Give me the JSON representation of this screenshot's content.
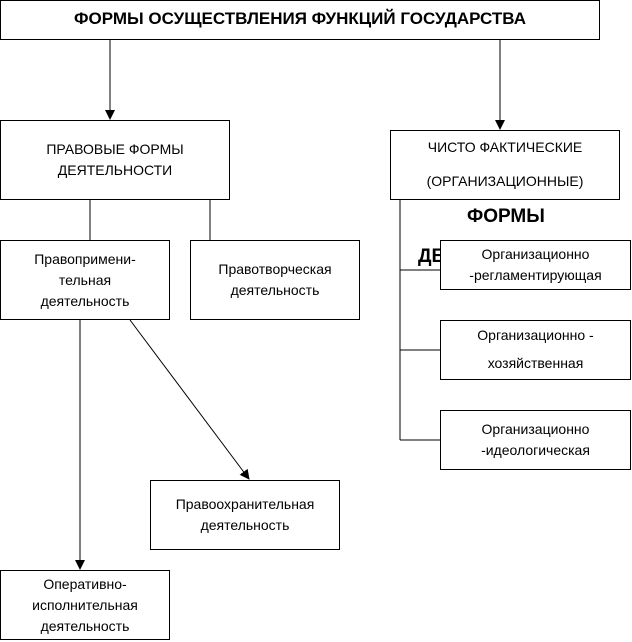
{
  "title": "ФОРМЫ ОСУЩЕСТВЛЕНИЯ ФУНКЦИЙ ГОСУДАРСТВА",
  "legal_forms": {
    "line1": "ПРАВОВЫЕ ФОРМЫ",
    "line2": "ДЕЯТЕЛЬНОСТИ"
  },
  "factual_forms": {
    "line1": "ЧИСТО ФАКТИЧЕСКИЕ",
    "line2": "(ОРГАНИЗАЦИОННЫЕ)",
    "overflow_line1": "ФОРМЫ",
    "overflow_line2": "ДЕ"
  },
  "law_application": {
    "line1": "Правопримени-",
    "line2": "тельная",
    "line3": "деятельность"
  },
  "law_making": {
    "line1": "Правотворческая",
    "line2": "деятельность"
  },
  "law_enforcement": {
    "line1": "Правоохранительная",
    "line2": "деятельность"
  },
  "operational": {
    "line1": "Оперативно-",
    "line2": "исполнительная",
    "line3": "деятельность"
  },
  "org_regulating": {
    "line1": "Организационно",
    "line2": "-регламентирующая"
  },
  "org_economic": {
    "line1": "Организационно -",
    "line2": "хозяйственная"
  },
  "org_ideological": {
    "line1": "Организационно",
    "line2": "-идеологическая"
  }
}
